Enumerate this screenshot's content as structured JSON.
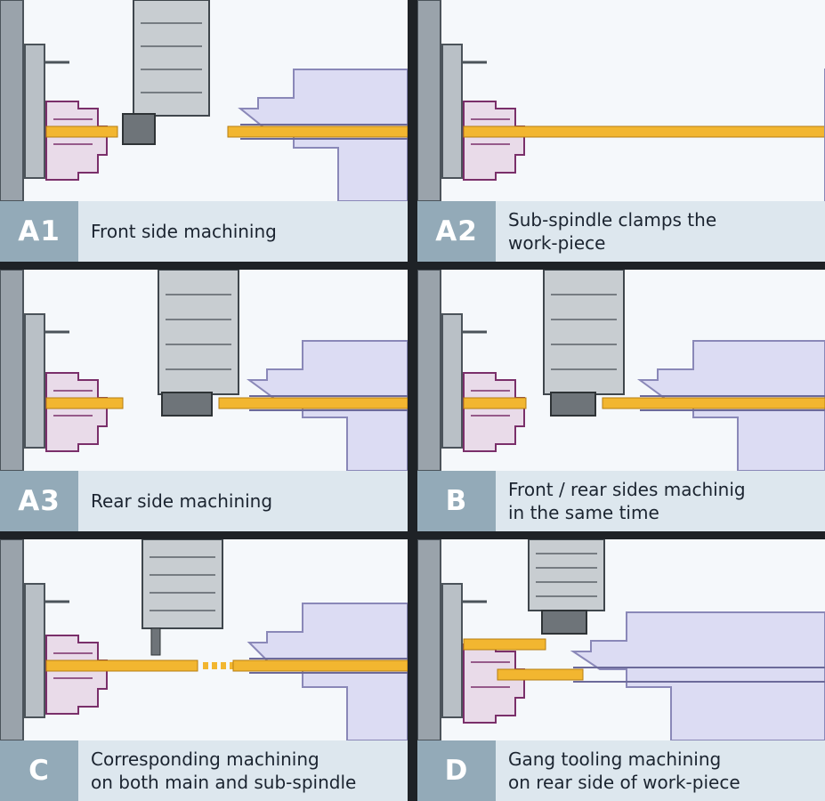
{
  "colors": {
    "background": "#1e2226",
    "canvas": "#f5f8fb",
    "wall": "#9aa3ab",
    "chuck_outline": "#7a2f6a",
    "chuck_fill": "#e9dbe9",
    "subspindle_fill": "#dcdcf3",
    "subspindle_outline": "#8a88b8",
    "tool_dark": "#6e7479",
    "turret_fill": "#c8cdd1",
    "workpiece": "#f2b630",
    "badge_bg": "#93aab8",
    "caption_bg": "#dde7ee"
  },
  "panels": [
    {
      "id": "A1",
      "badge": "A1",
      "lines": [
        "Front side machining"
      ]
    },
    {
      "id": "A2",
      "badge": "A2",
      "lines": [
        "Sub-spindle clamps the",
        "work-piece"
      ]
    },
    {
      "id": "A3",
      "badge": "A3",
      "lines": [
        "Rear side machining"
      ]
    },
    {
      "id": "B",
      "badge": "B",
      "lines": [
        "Front / rear sides machinig",
        "in the same time"
      ]
    },
    {
      "id": "C",
      "badge": "C",
      "lines": [
        "Corresponding machining",
        "on both main and sub-spindle"
      ]
    },
    {
      "id": "D",
      "badge": "D",
      "lines": [
        "Gang tooling machining",
        "on rear side of work-piece"
      ]
    }
  ]
}
